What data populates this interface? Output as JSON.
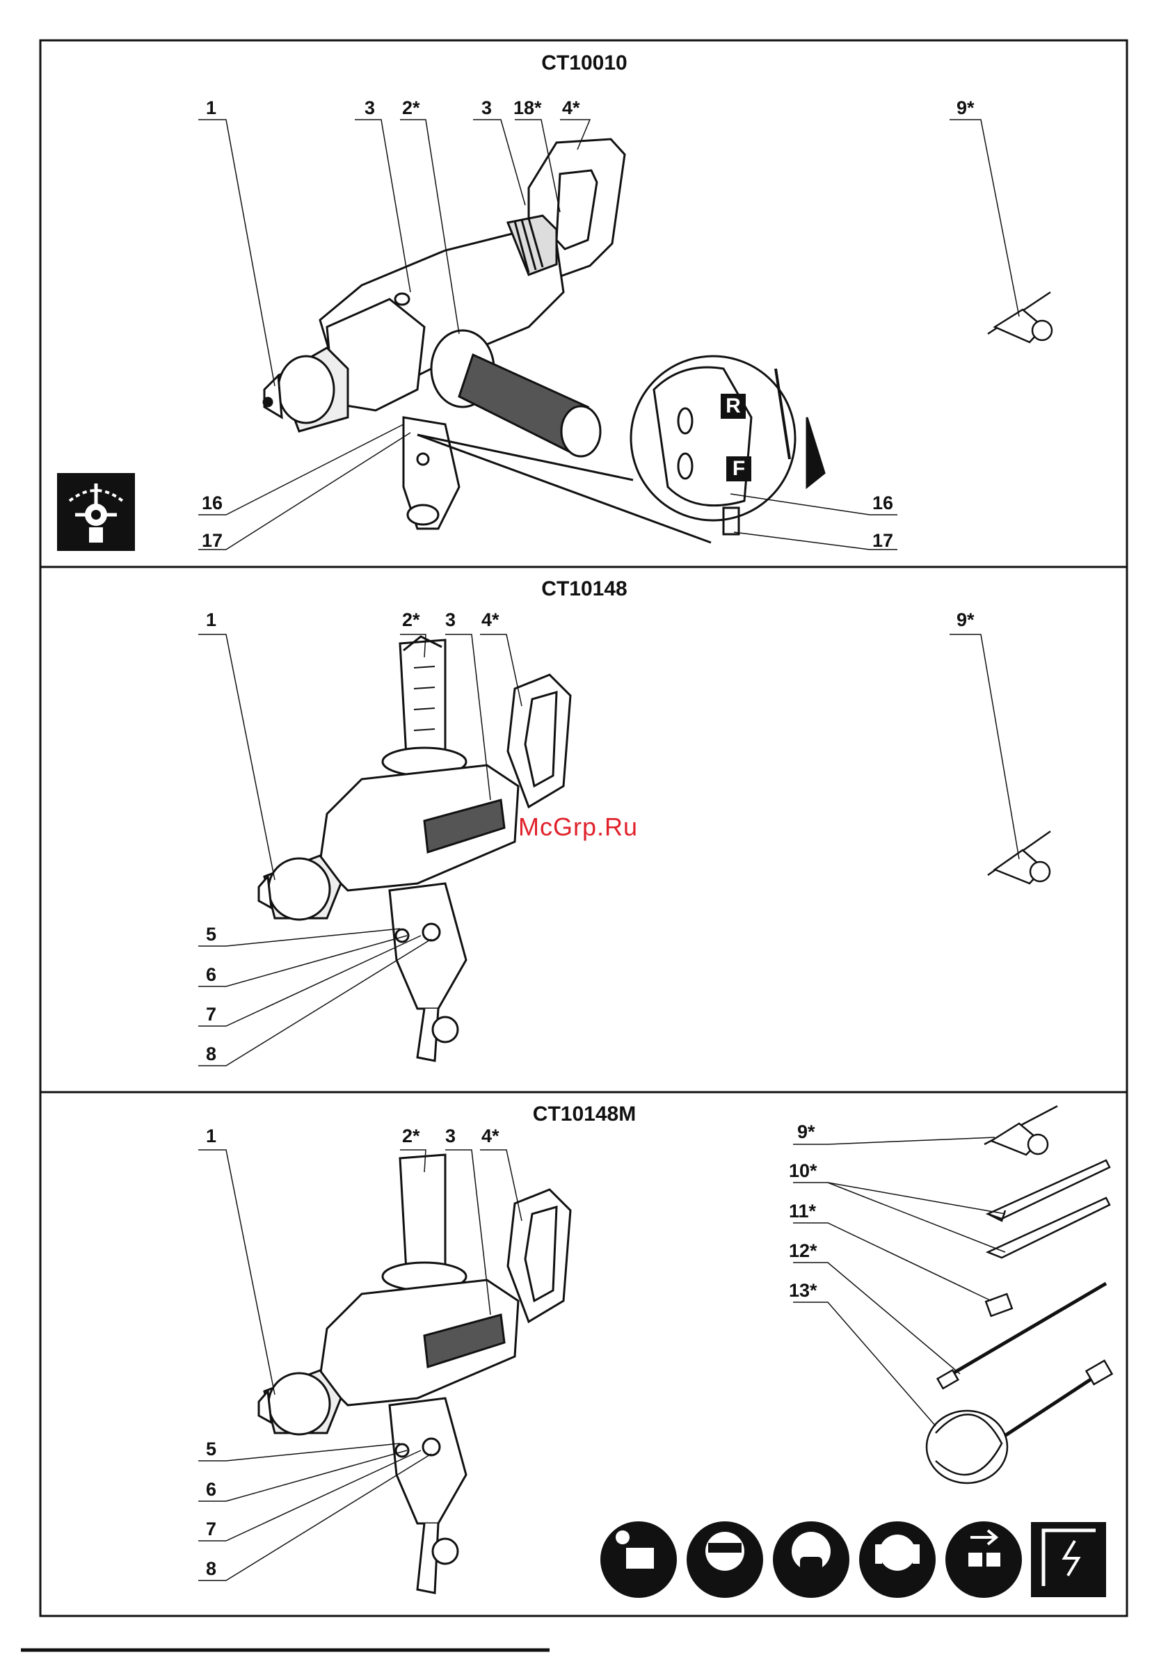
{
  "watermark": "McGrp.Ru",
  "sections": [
    {
      "model": "CT10010",
      "labels": [
        "1",
        "3",
        "2*",
        "3",
        "18*",
        "4*",
        "9*",
        "16",
        "17",
        "16",
        "17"
      ],
      "inset_letters": [
        "R",
        "F"
      ]
    },
    {
      "model": "CT10148",
      "labels": [
        "1",
        "2*",
        "3",
        "4*",
        "9*",
        "5",
        "6",
        "7",
        "8"
      ]
    },
    {
      "model": "CT10148M",
      "labels": [
        "1",
        "2*",
        "3",
        "4*",
        "5",
        "6",
        "7",
        "8",
        "9*",
        "10*",
        "11*",
        "12*",
        "13*"
      ]
    }
  ],
  "icons": {
    "gear_selector": "gear-selector-icon",
    "safety": [
      "read-manual-icon",
      "safety-goggles-icon",
      "dust-mask-icon",
      "ear-protection-icon",
      "unplug-before-service-icon",
      "hidden-wiring-warning-icon"
    ]
  }
}
